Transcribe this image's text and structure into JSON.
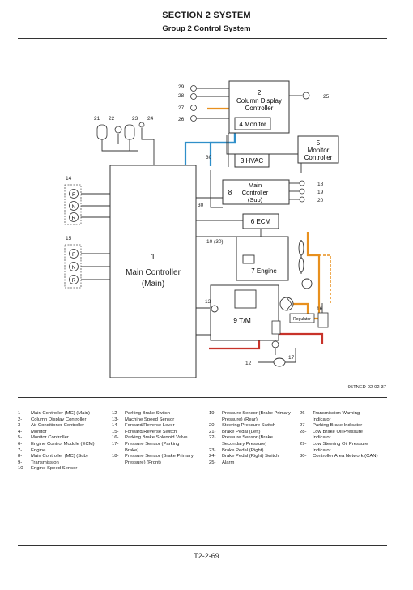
{
  "header": {
    "section": "SECTION 2 SYSTEM",
    "group": "Group 2 Control System"
  },
  "diagram": {
    "blocks": {
      "main_controller": {
        "num": "1",
        "line1": "Main Controller",
        "line2": "(Main)"
      },
      "column_display": {
        "num": "2",
        "line1": "Column Display",
        "line2": "Controller"
      },
      "monitor": {
        "label": "4 Monitor"
      },
      "hvac": {
        "label": "3 HVAC"
      },
      "monitor_controller": {
        "num": "5",
        "line1": "Monitor",
        "line2": "Controller"
      },
      "main_controller_sub": {
        "num": "8",
        "line1": "Main",
        "line2": "Controller",
        "line3": "(Sub)"
      },
      "ecm": {
        "label": "6 ECM"
      },
      "engine": {
        "label": "7 Engine"
      },
      "transmission": {
        "label": "9 T/M"
      },
      "regulator": {
        "label": "Regulator"
      }
    },
    "selector_labels": [
      "F",
      "N",
      "R"
    ],
    "callouts": {
      "c29": "29",
      "c28": "28",
      "c27": "27",
      "c26": "26",
      "c25": "25",
      "c21": "21",
      "c22": "22",
      "c23": "23",
      "c24": "24",
      "c30a": "30",
      "c30b": "30",
      "c10": "10 (30)",
      "c18": "18",
      "c19": "19",
      "c20": "20",
      "c14": "14",
      "c15": "15",
      "c13": "13",
      "c16": "16",
      "c17": "17",
      "c12": "12"
    },
    "figure_code": "95TNED-02-02-37",
    "colors": {
      "can": "#2f8fc9",
      "oil": "#e8901e",
      "brake": "#c8332a",
      "line": "#333333"
    }
  },
  "legend": {
    "col1": [
      {
        "n": "1-",
        "t": "Main Controller (MC) (Main)"
      },
      {
        "n": "2-",
        "t": "Column Display Controller"
      },
      {
        "n": "3-",
        "t": "Air Conditioner Controller"
      },
      {
        "n": "4-",
        "t": "Monitor"
      },
      {
        "n": "5-",
        "t": "Monitor Controller"
      },
      {
        "n": "6-",
        "t": "Engine Control Module (ECM)"
      },
      {
        "n": "7-",
        "t": "Engine"
      },
      {
        "n": "8-",
        "t": "Main Controller (MC) (Sub)"
      },
      {
        "n": "9-",
        "t": "Transmission"
      },
      {
        "n": "10-",
        "t": "Engine Speed Sensor"
      }
    ],
    "col2": [
      {
        "n": "12-",
        "t": "Parking Brake Switch"
      },
      {
        "n": "13-",
        "t": "Machine Speed Sensor"
      },
      {
        "n": "14-",
        "t": "Forward/Reverse Lever"
      },
      {
        "n": "15-",
        "t": "Forward/Reverse Switch"
      },
      {
        "n": "16-",
        "t": "Parking Brake Solenoid Valve"
      },
      {
        "n": "17-",
        "t": "Pressure Sensor (Parking"
      },
      {
        "n": "",
        "t": "Brake)"
      },
      {
        "n": "18-",
        "t": "Pressure Sensor (Brake Primary"
      },
      {
        "n": "",
        "t": "Pressure) (Front)"
      }
    ],
    "col3": [
      {
        "n": "19-",
        "t": "Pressure Sensor (Brake Primary"
      },
      {
        "n": "",
        "t": "Pressure) (Rear)"
      },
      {
        "n": "20-",
        "t": "Steering Pressure Switch"
      },
      {
        "n": "21-",
        "t": "Brake Pedal (Left)"
      },
      {
        "n": "22-",
        "t": "Pressure Sensor (Brake"
      },
      {
        "n": "",
        "t": "Secondary Pressure)"
      },
      {
        "n": "23-",
        "t": "Brake Pedal (Right)"
      },
      {
        "n": "24-",
        "t": "Brake Pedal (Right) Switch"
      },
      {
        "n": "25-",
        "t": "Alarm"
      }
    ],
    "col4": [
      {
        "n": "26-",
        "t": "Transmission Warning"
      },
      {
        "n": "",
        "t": "Indicator"
      },
      {
        "n": "27-",
        "t": "Parking Brake Indicator"
      },
      {
        "n": "28-",
        "t": "Low Brake Oil Pressure"
      },
      {
        "n": "",
        "t": "Indicator"
      },
      {
        "n": "29-",
        "t": "Low Steering Oil Pressure"
      },
      {
        "n": "",
        "t": "Indicator"
      },
      {
        "n": "30-",
        "t": "Controller Area Network (CAN)"
      }
    ]
  },
  "footer": {
    "page": "T2-2-69"
  }
}
